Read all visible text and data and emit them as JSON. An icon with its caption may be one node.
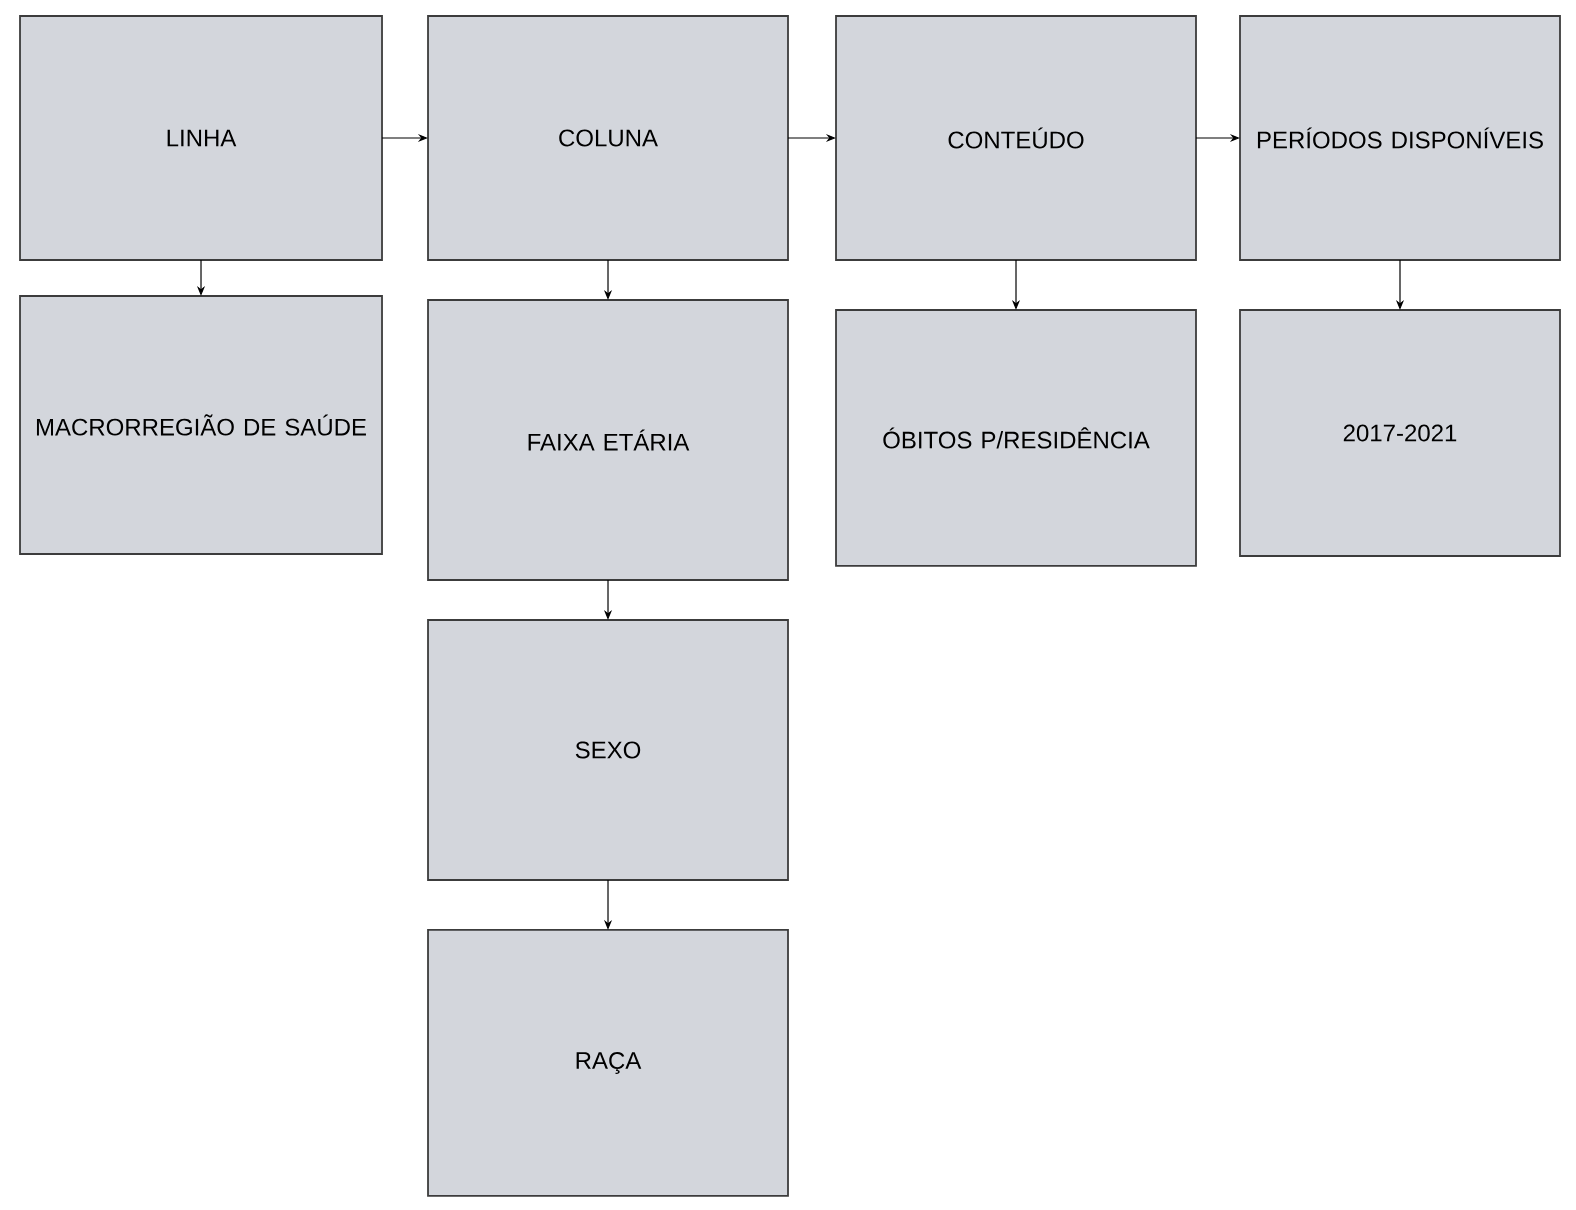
{
  "diagram": {
    "nodes": [
      {
        "text": [
          "LINHA"
        ]
      },
      {
        "text": [
          "COLUNA"
        ]
      },
      {
        "text": [
          "CONTEÚDO"
        ]
      },
      {
        "text": [
          "PERÍODOS DISPONÍVEIS"
        ]
      },
      {
        "text": [
          "MACRORREGIÃO DE SAÚDE"
        ]
      },
      {
        "text": [
          "FAIXA ETÁRIA"
        ]
      },
      {
        "text": [
          "ÓBITOS P/RESIDÊNCIA"
        ]
      },
      {
        "text": [
          "2017-2021"
        ]
      },
      {
        "text": [
          "SEXO"
        ]
      },
      {
        "text": [
          "RAÇA"
        ]
      }
    ],
    "edges": [
      {
        "from": 0,
        "to": 1,
        "arrow": "to"
      },
      {
        "from": 1,
        "to": 2,
        "arrow": "to"
      },
      {
        "from": 2,
        "to": 3,
        "arrow": "to"
      },
      {
        "from": 0,
        "to": 4,
        "arrow": "to"
      },
      {
        "from": 1,
        "to": 5,
        "arrow": "to"
      },
      {
        "from": 2,
        "to": 6,
        "arrow": "to"
      },
      {
        "from": 3,
        "to": 7,
        "arrow": "to"
      },
      {
        "from": 5,
        "to": 8,
        "arrow": "to"
      },
      {
        "from": 8,
        "to": 9,
        "arrow": "to"
      }
    ]
  }
}
